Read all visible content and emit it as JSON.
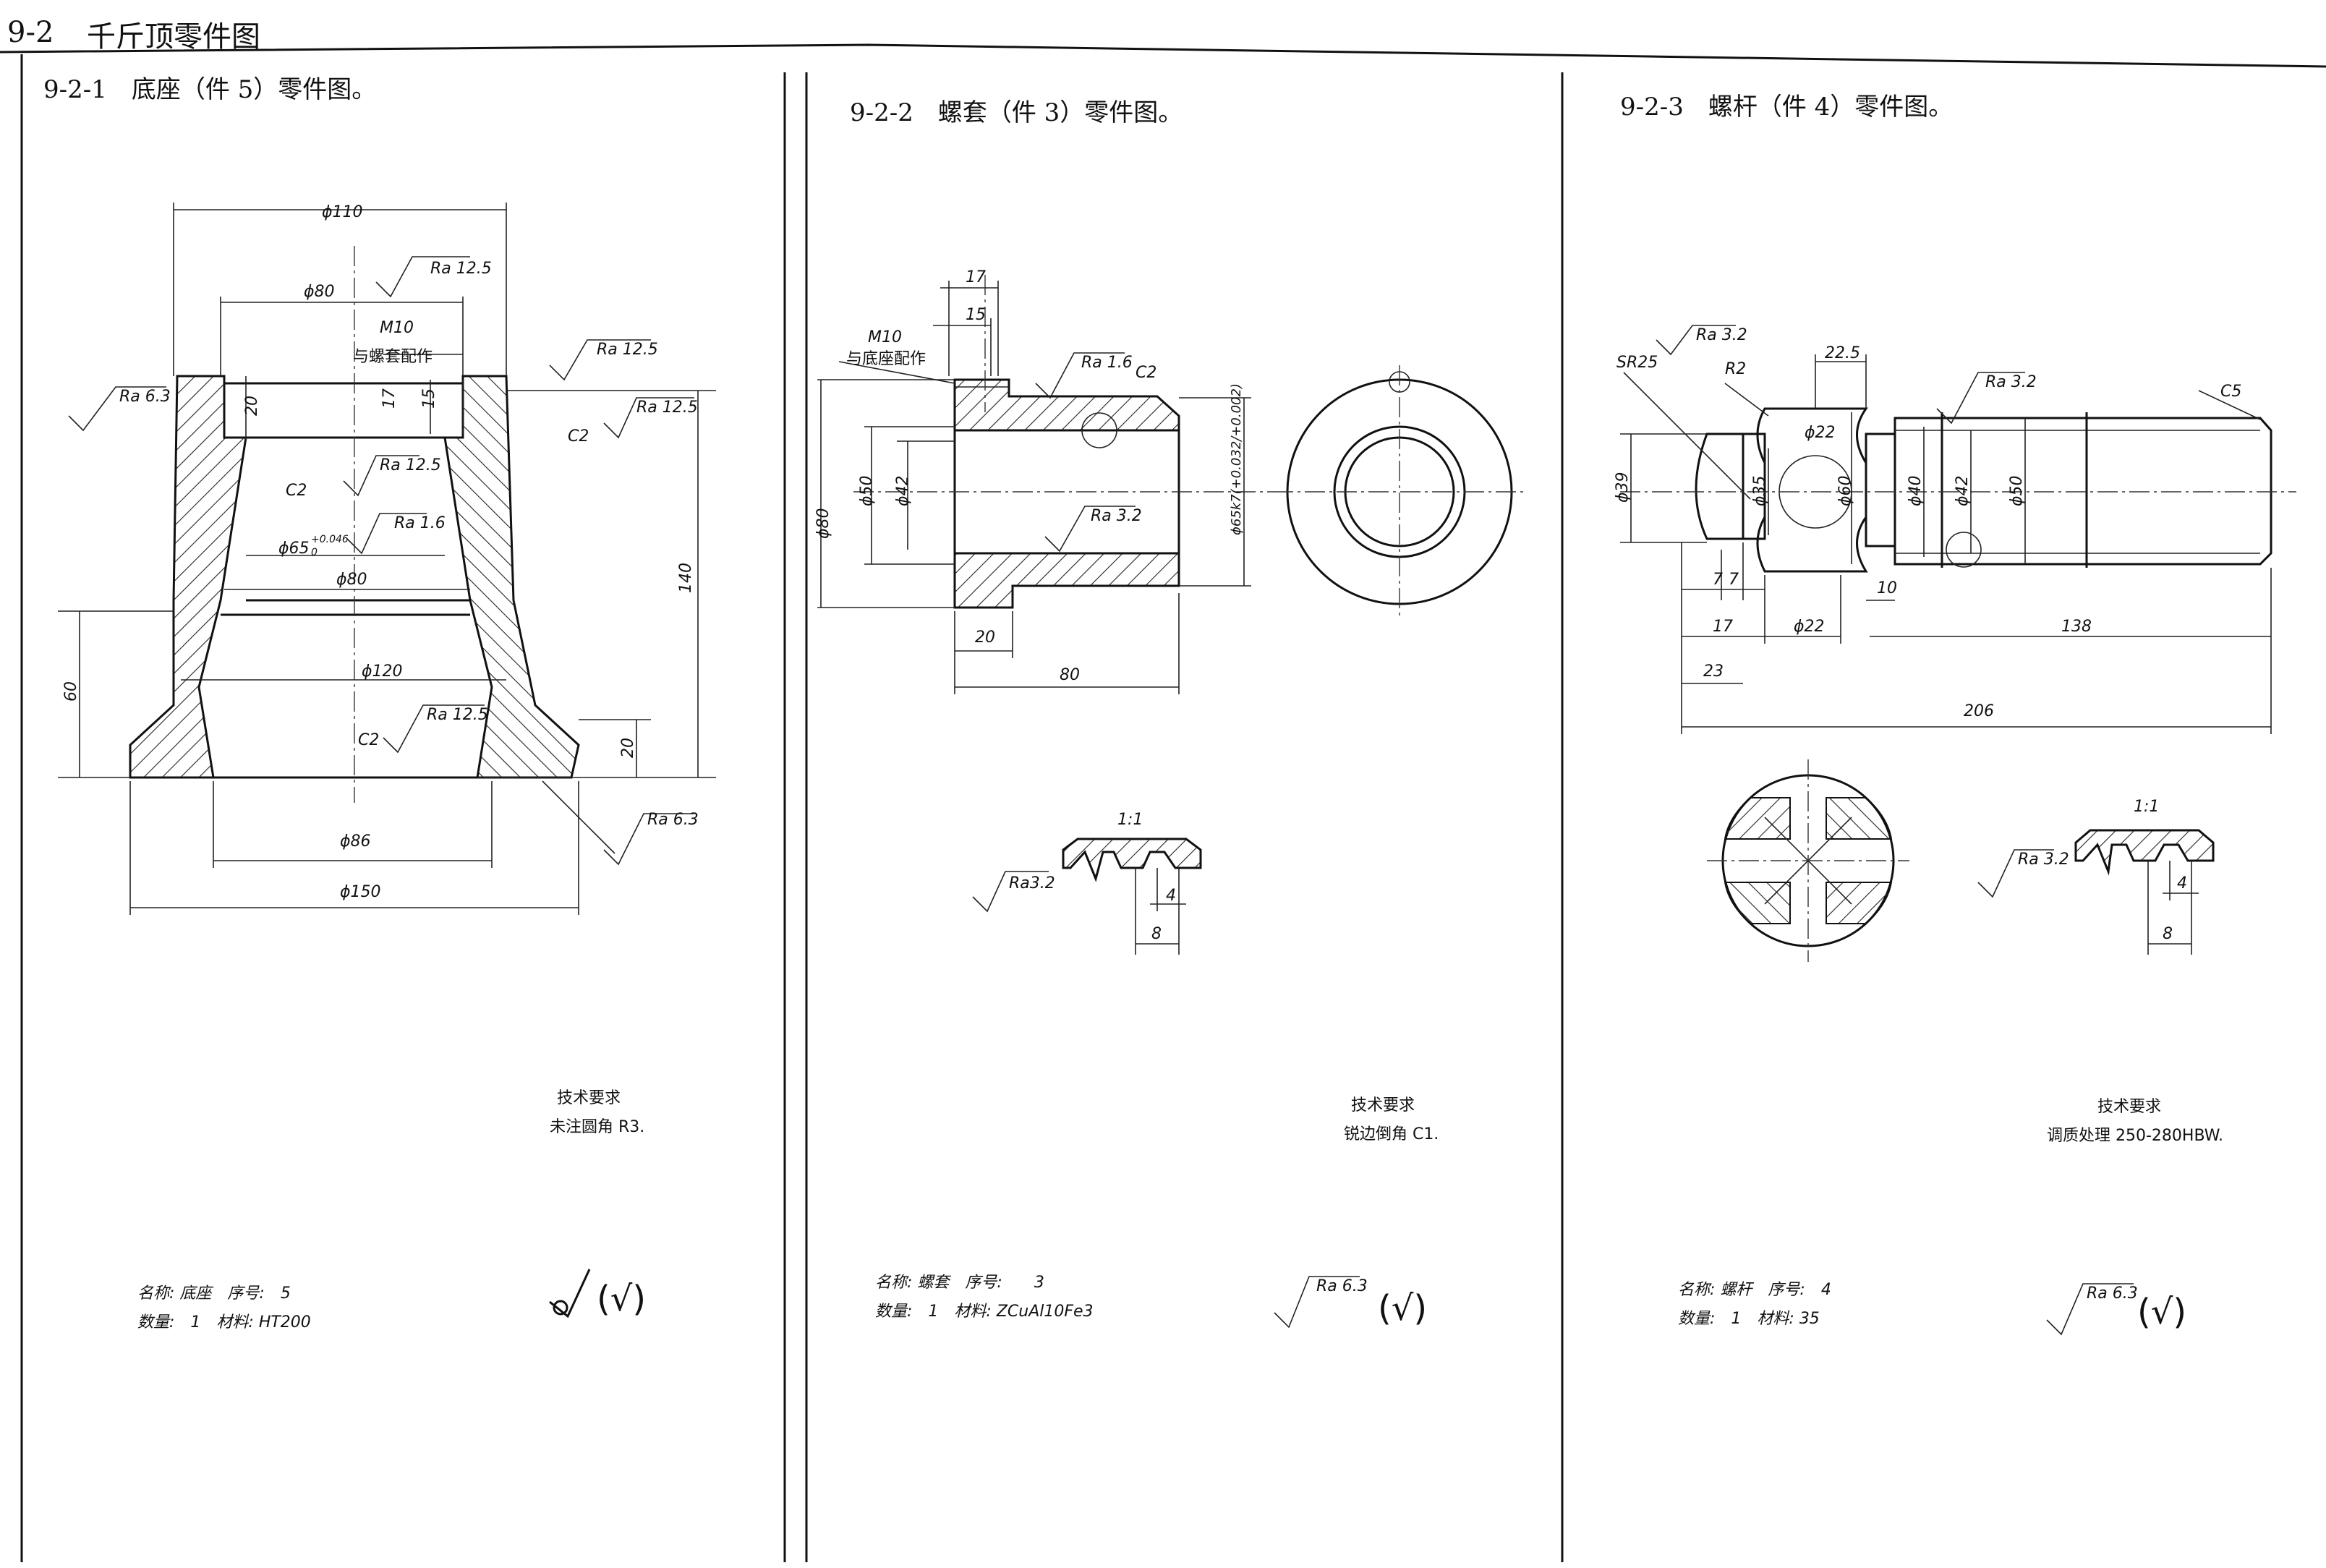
{
  "page": {
    "header_num": "9-2",
    "header_title": "千斤顶零件图"
  },
  "panel1": {
    "title": "9-2-1　底座（件 5）零件图。",
    "dims": {
      "d110": "ϕ110",
      "d80_top": "ϕ80",
      "m10": "M10",
      "m10_note": "与螺套配作",
      "d65": "ϕ65",
      "d65_tol": "+0.046",
      "d65_tol2": "0",
      "d80_mid": "ϕ80",
      "d120": "ϕ120",
      "d86": "ϕ86",
      "d150": "ϕ150",
      "h20_top": "20",
      "h17": "17",
      "h15": "15",
      "h140": "140",
      "h60": "60",
      "h20_bot": "20"
    },
    "rough": {
      "r1": "Ra 12.5",
      "r2": "Ra 12.5",
      "r3": "Ra 6.3",
      "r4": "Ra 12.5",
      "r5": "Ra 12.5",
      "r6": "Ra 1.6",
      "r7": "Ra 12.5",
      "r8": "Ra 6.3"
    },
    "chamfers": {
      "c1": "C2",
      "c2": "C2",
      "c3": "C2"
    },
    "tech_heading": "技术要求",
    "tech_text": "未注圆角 R3.",
    "info_line1": "名称: 底座　序号:　5",
    "info_line2": "数量:　1　材料: HT200",
    "symbol_label": "(√)"
  },
  "panel2": {
    "title": "9-2-2　螺套（件 3）零件图。",
    "dims": {
      "d17": "17",
      "d15": "15",
      "m10": "M10",
      "m10_note": "与底座配作",
      "d80": "ϕ80",
      "d50": "ϕ50",
      "d42": "ϕ42",
      "d65k7": "ϕ65k7(+0.032/+0.002)",
      "w20": "20",
      "w80": "80",
      "scale": "1:1",
      "s4": "4",
      "s8": "8"
    },
    "rough": {
      "r1": "Ra 1.6",
      "r2": "Ra 3.2",
      "r3": "Ra3.2",
      "r4": "Ra 6.3"
    },
    "chamfers": {
      "c1": "C2"
    },
    "tech_heading": "技术要求",
    "tech_text": "锐边倒角 C1.",
    "info_line1": "名称: 螺套　序号:　　3",
    "info_line2": "数量:　1　材料: ZCuAl10Fe3",
    "symbol_label": "(√)"
  },
  "panel3": {
    "title": "9-2-3　螺杆（件 4）零件图。",
    "dims": {
      "sr25": "SR25",
      "r2": "R2",
      "d22_5": "22.5",
      "c5": "C5",
      "d39": "ϕ39",
      "d35": "ϕ35",
      "d22a": "ϕ22",
      "d60": "ϕ60",
      "d40": "ϕ40",
      "d42": "ϕ42",
      "d50": "ϕ50",
      "l7a": "7",
      "l7b": "7",
      "l10": "10",
      "l17": "17",
      "d22b": "ϕ22",
      "l138": "138",
      "l23": "23",
      "l206": "206",
      "scale": "1:1",
      "s4": "4",
      "s8": "8"
    },
    "rough": {
      "r1": "Ra 3.2",
      "r2": "Ra 3.2",
      "r3": "Ra 3.2",
      "r4": "Ra 6.3"
    },
    "tech_heading": "技术要求",
    "tech_text": "调质处理 250-280HBW.",
    "info_line1": "名称: 螺杆　序号:　4",
    "info_line2": "数量:　1　材料: 35",
    "symbol_label": "(√)"
  }
}
